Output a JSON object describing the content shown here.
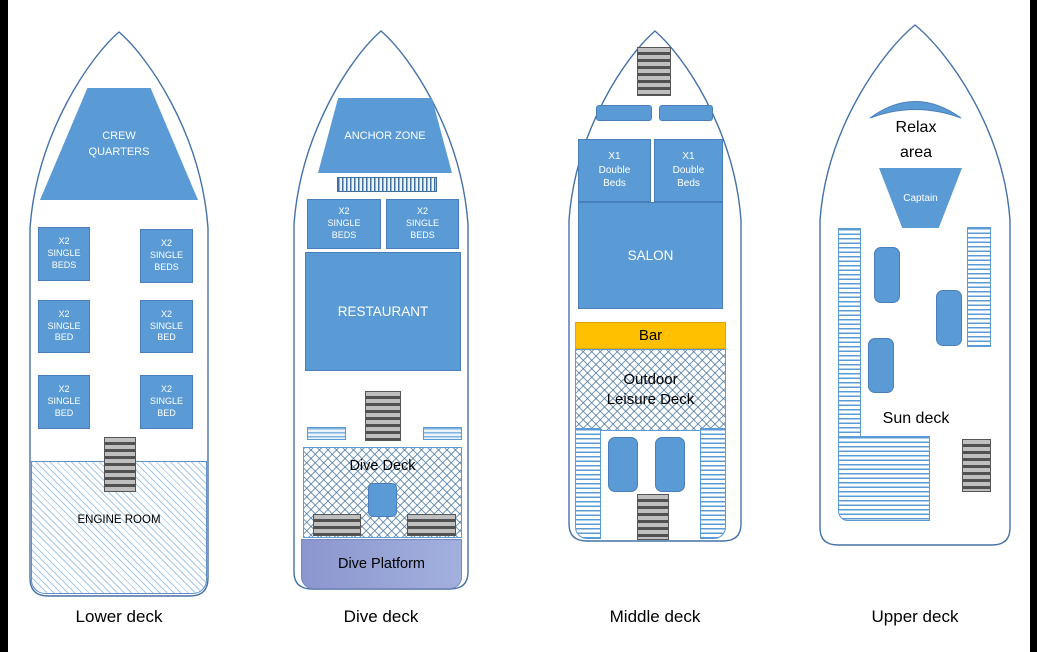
{
  "colors": {
    "room_blue": "#5b9bd5",
    "hull_outline": "#4472a8",
    "bar_yellow": "#ffc000",
    "dive_platform_purple": "#8b96ce",
    "stairs_gray": "#515151"
  },
  "decks": {
    "lower": {
      "label": "Lower deck",
      "crew_quarters": "CREW\nQUARTERS",
      "beds": [
        "X2\nSINGLE\nBEDS",
        "X2\nSINGLE\nBEDS",
        "X2\nSINGLE\nBED",
        "X2\nSINGLE\nBED",
        "X2\nSINGLE\nBED",
        "X2\nSINGLE\nBED"
      ],
      "engine_room": "ENGINE ROOM"
    },
    "dive": {
      "label": "Dive deck",
      "anchor_zone": "ANCHOR ZONE",
      "beds": [
        "X2\nSINGLE\nBEDS",
        "X2\nSINGLE\nBEDS"
      ],
      "restaurant": "RESTAURANT",
      "dive_deck": "Dive Deck",
      "dive_platform": "Dive Platform"
    },
    "middle": {
      "label": "Middle deck",
      "beds": [
        "X1\nDouble\nBeds",
        "X1\nDouble\nBeds"
      ],
      "salon": "SALON",
      "bar": "Bar",
      "leisure_deck": "Outdoor\nLeisure Deck"
    },
    "upper": {
      "label": "Upper deck",
      "relax_area": "Relax\narea",
      "captain": "Captain",
      "sun_deck": "Sun deck"
    }
  }
}
